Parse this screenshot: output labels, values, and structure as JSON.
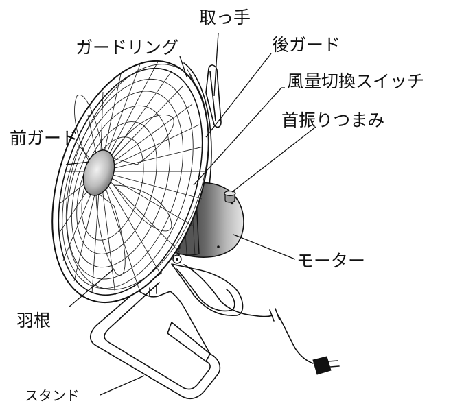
{
  "diagram": {
    "labels": {
      "handle": "取っ手",
      "guard_ring": "ガードリング",
      "rear_guard": "後ガード",
      "speed_switch": "風量切換スイッチ",
      "front_guard": "前ガード",
      "oscillation_knob": "首振りつまみ",
      "motor": "モーター",
      "blades": "羽根",
      "stand": "スタンド"
    }
  }
}
